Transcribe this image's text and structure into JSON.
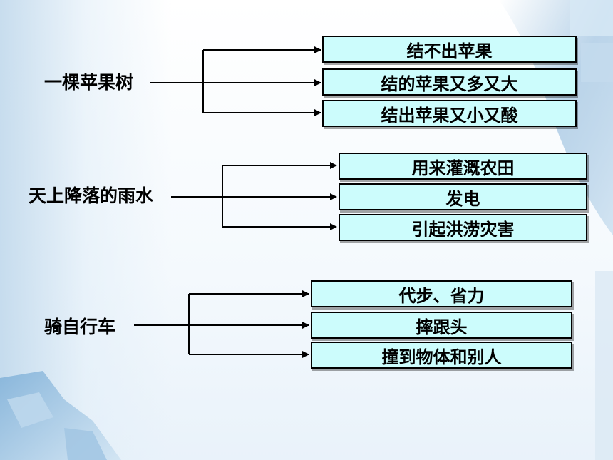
{
  "groups": [
    {
      "stem": "一棵苹果树",
      "outcomes": [
        "结不出苹果",
        "结的苹果又多又大",
        "结出苹果又小又酸"
      ]
    },
    {
      "stem": "天上降落的雨水",
      "outcomes": [
        "用来灌溉农田",
        "发电",
        "引起洪涝灾害"
      ]
    },
    {
      "stem": "骑自行车",
      "outcomes": [
        "代步、省力",
        "摔跟头",
        "撞到物体和别人"
      ]
    }
  ],
  "colors": {
    "box_fill": "#ccfcfc",
    "line": "#000000",
    "bg_accent": "#a9c9e3"
  }
}
